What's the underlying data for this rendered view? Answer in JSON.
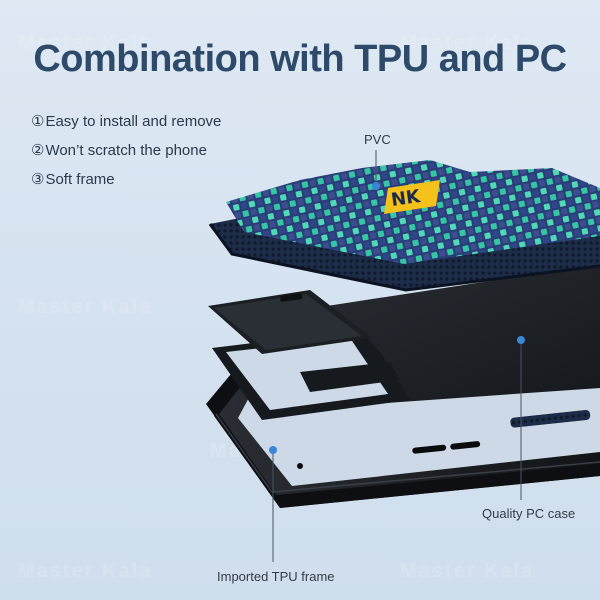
{
  "title": "Combination with TPU and PC",
  "features": [
    {
      "marker": "①",
      "text": "Easy to install and remove"
    },
    {
      "marker": "②",
      "text": "Won’t scratch the phone"
    },
    {
      "marker": "③",
      "text": "Soft frame"
    }
  ],
  "callouts": {
    "pvc": "PVC",
    "pc_case": "Quality PC case",
    "tpu_frame": "Imported TPU frame"
  },
  "badge_text": "NK",
  "watermark": "Master Kala",
  "icons": {
    "callout_dot": "callout-dot-icon"
  },
  "colors": {
    "title": "#2e4a6b",
    "background": "#d9e6f2",
    "case_navy": "#1c2c45",
    "pattern_teal": "#35c6a4",
    "pattern_navy": "#2a3d78",
    "badge_yellow": "#f5c21b",
    "callout_dot": "#3a86d8",
    "frame_black": "#1a1d22"
  }
}
